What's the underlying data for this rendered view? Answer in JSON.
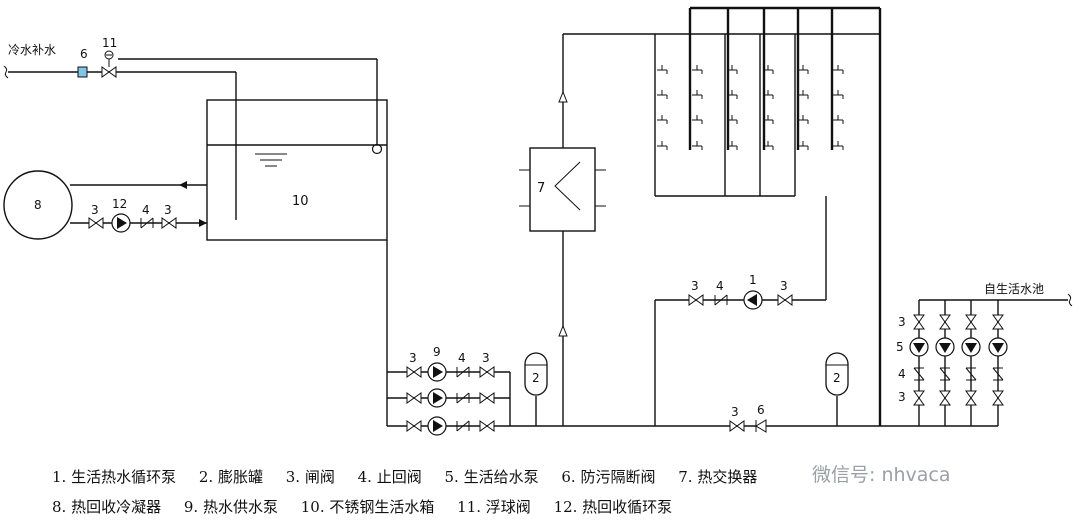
{
  "labels": {
    "cold_makeup": "冷水补水",
    "tag_6_top": "6",
    "tag_11_top": "11",
    "tag_8": "8",
    "tag_3_left_a": "3",
    "tag_12": "12",
    "tag_4_left": "4",
    "tag_3_left_b": "3",
    "tag_10": "10",
    "tag_7": "7",
    "tag_1": "1",
    "tag_3_pump1_a": "3",
    "tag_4_pump1": "4",
    "tag_3_pump1_b": "3",
    "tag_3_pump9_a": "3",
    "tag_9": "9",
    "tag_4_pump9": "4",
    "tag_3_pump9_b": "3",
    "tag_2_left": "2",
    "tag_2_right": "2",
    "tag_3_bottom": "3",
    "tag_6_bottom": "6",
    "from_pool": "自生活水池",
    "tag_3_r1": "3",
    "tag_5_r": "5",
    "tag_4_r": "4",
    "tag_3_r2": "3"
  },
  "legend": {
    "row1": [
      "1. 生活热水循环泵",
      "2. 膨胀罐",
      "3. 闸阀",
      "4. 止回阀",
      "5. 生活给水泵",
      "6. 防污隔断阀",
      "7. 热交换器"
    ],
    "row2": [
      "8. 热回收冷凝器",
      "9. 热水供水泵",
      "10. 不锈钢生活水箱",
      "11. 浮球阀",
      "12. 热回收循环泵"
    ]
  },
  "watermark": "微信号: nhvaca"
}
